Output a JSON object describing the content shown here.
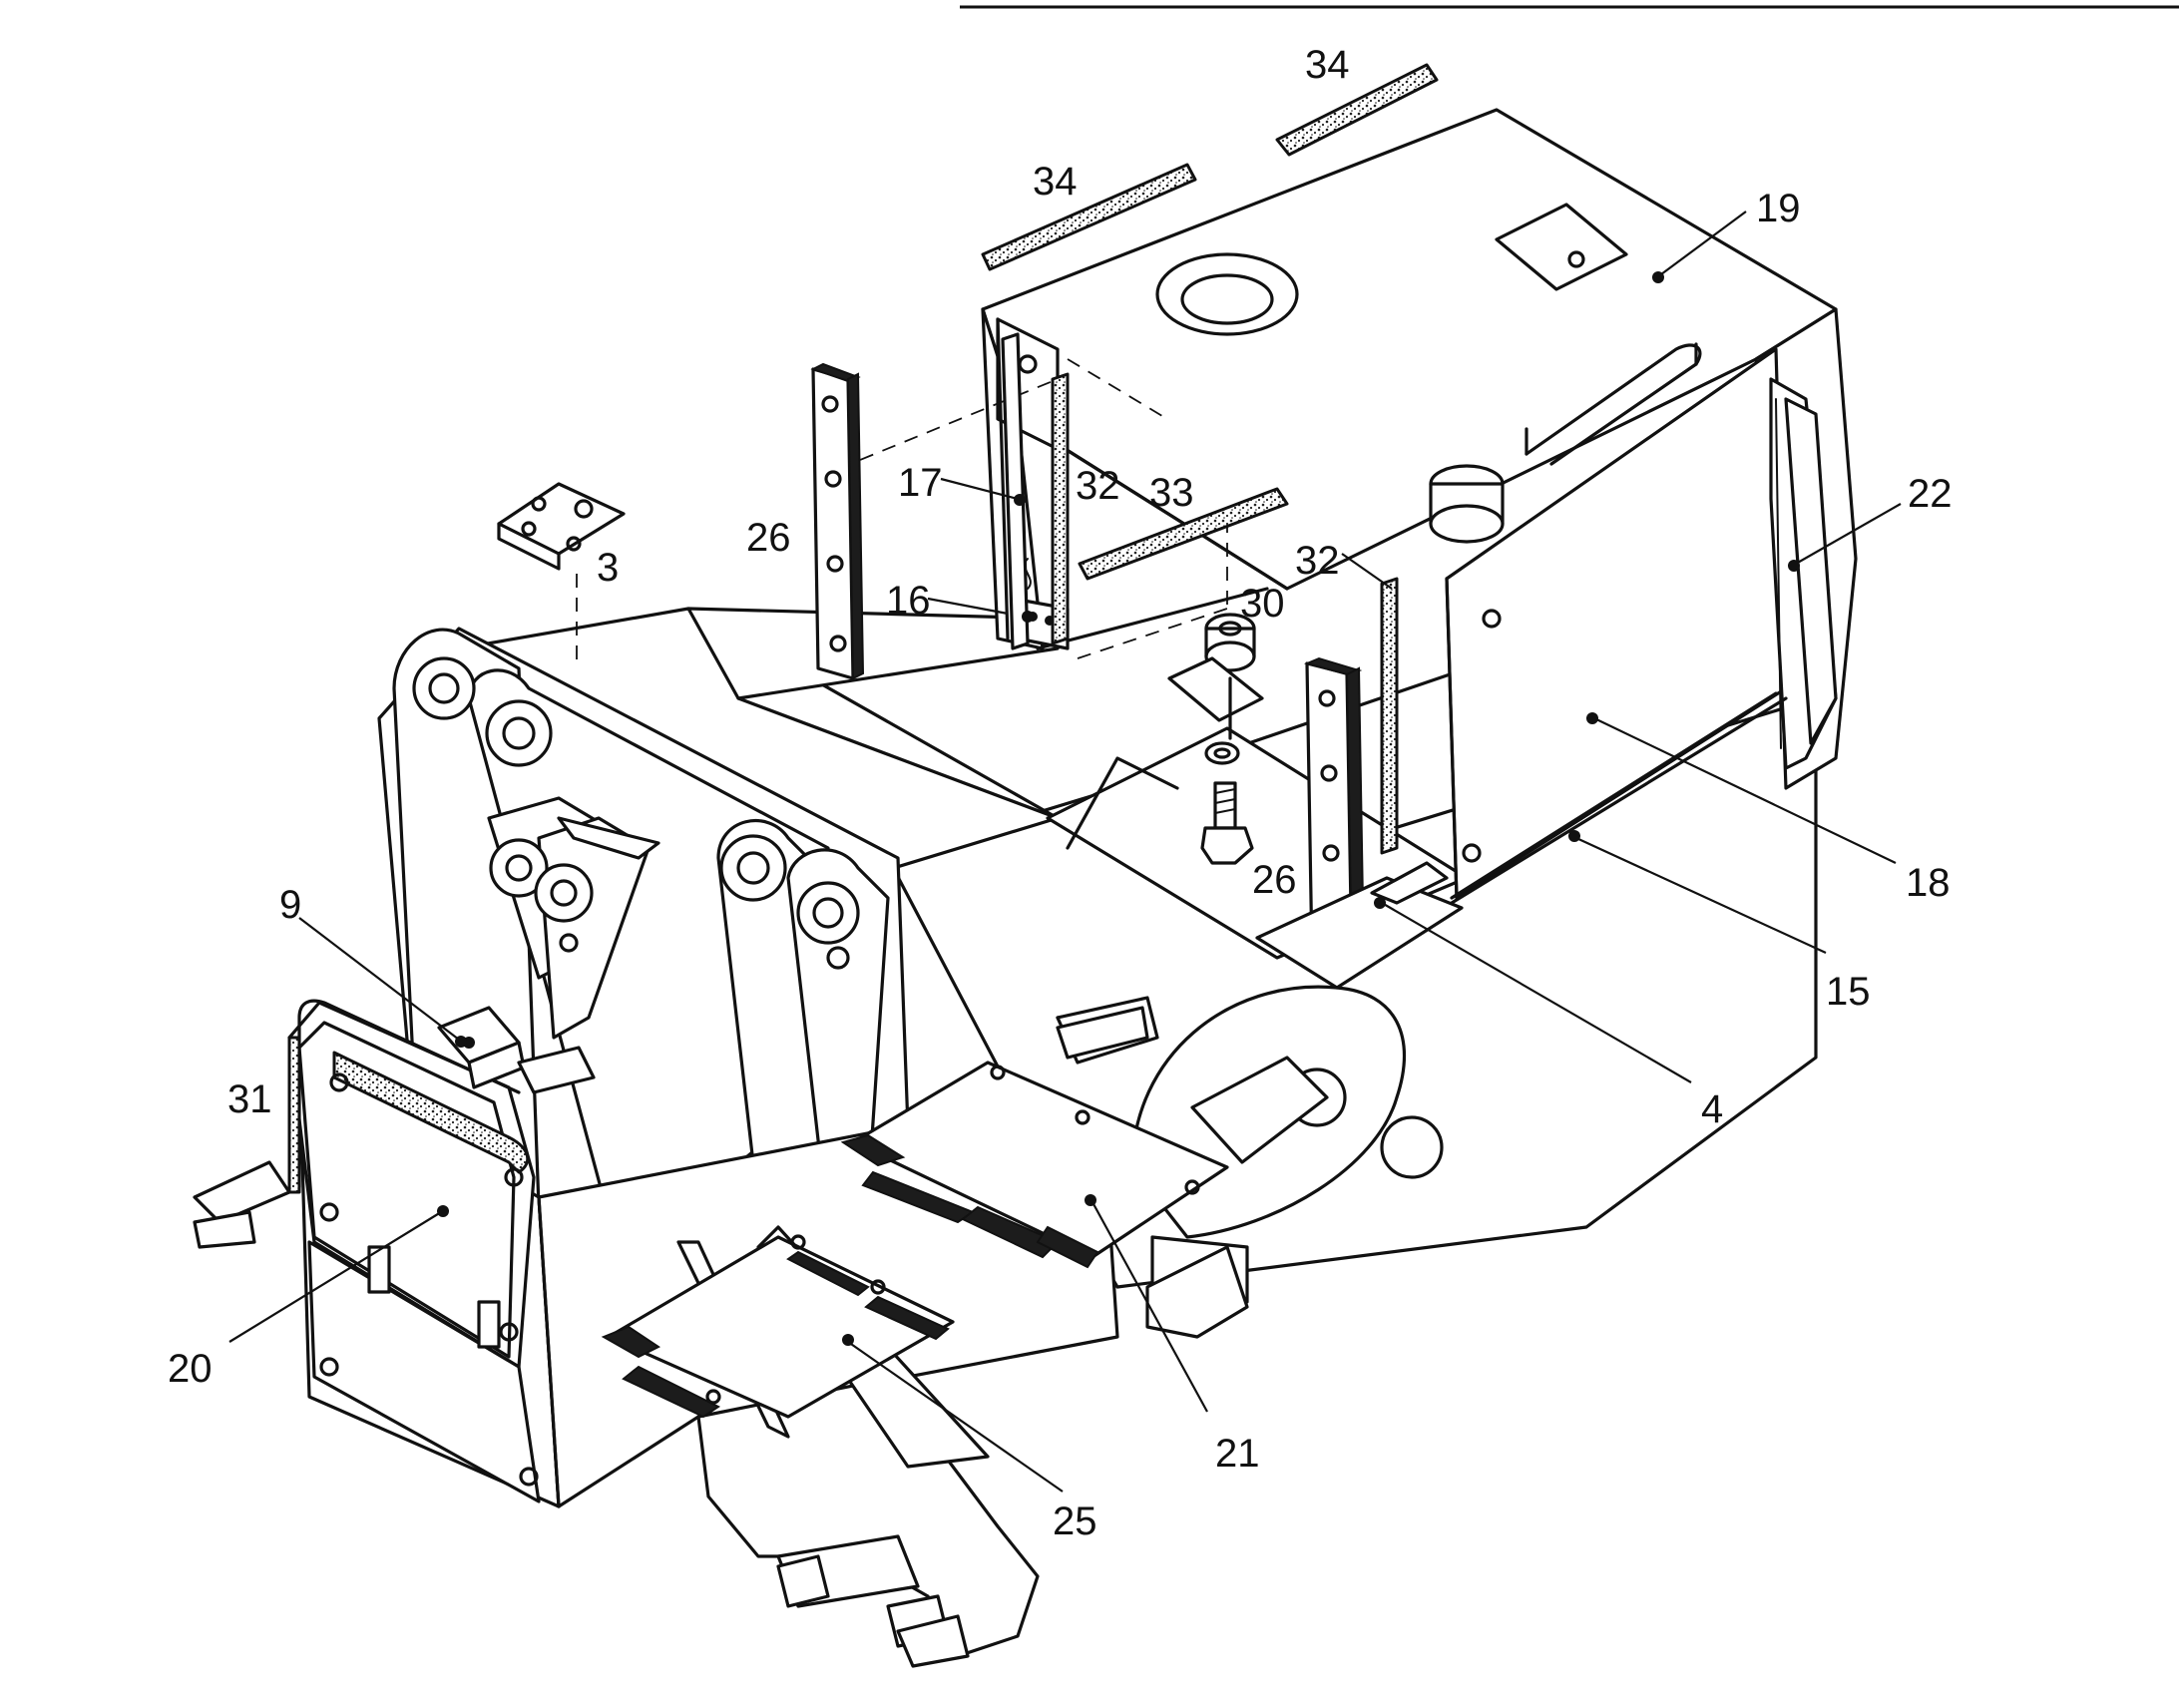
{
  "callouts": [
    {
      "id": "c3",
      "label": "3"
    },
    {
      "id": "c4",
      "label": "4"
    },
    {
      "id": "c9",
      "label": "9"
    },
    {
      "id": "c15",
      "label": "15"
    },
    {
      "id": "c16",
      "label": "16"
    },
    {
      "id": "c17",
      "label": "17"
    },
    {
      "id": "c18",
      "label": "18"
    },
    {
      "id": "c19",
      "label": "19"
    },
    {
      "id": "c20",
      "label": "20"
    },
    {
      "id": "c21",
      "label": "21"
    },
    {
      "id": "c22",
      "label": "22"
    },
    {
      "id": "c25",
      "label": "25"
    },
    {
      "id": "c26a",
      "label": "26"
    },
    {
      "id": "c26b",
      "label": "26"
    },
    {
      "id": "c30",
      "label": "30"
    },
    {
      "id": "c31",
      "label": "31"
    },
    {
      "id": "c32a",
      "label": "32"
    },
    {
      "id": "c32b",
      "label": "32"
    },
    {
      "id": "c33",
      "label": "33"
    },
    {
      "id": "c34a",
      "label": "34"
    },
    {
      "id": "c34b",
      "label": "34"
    }
  ]
}
